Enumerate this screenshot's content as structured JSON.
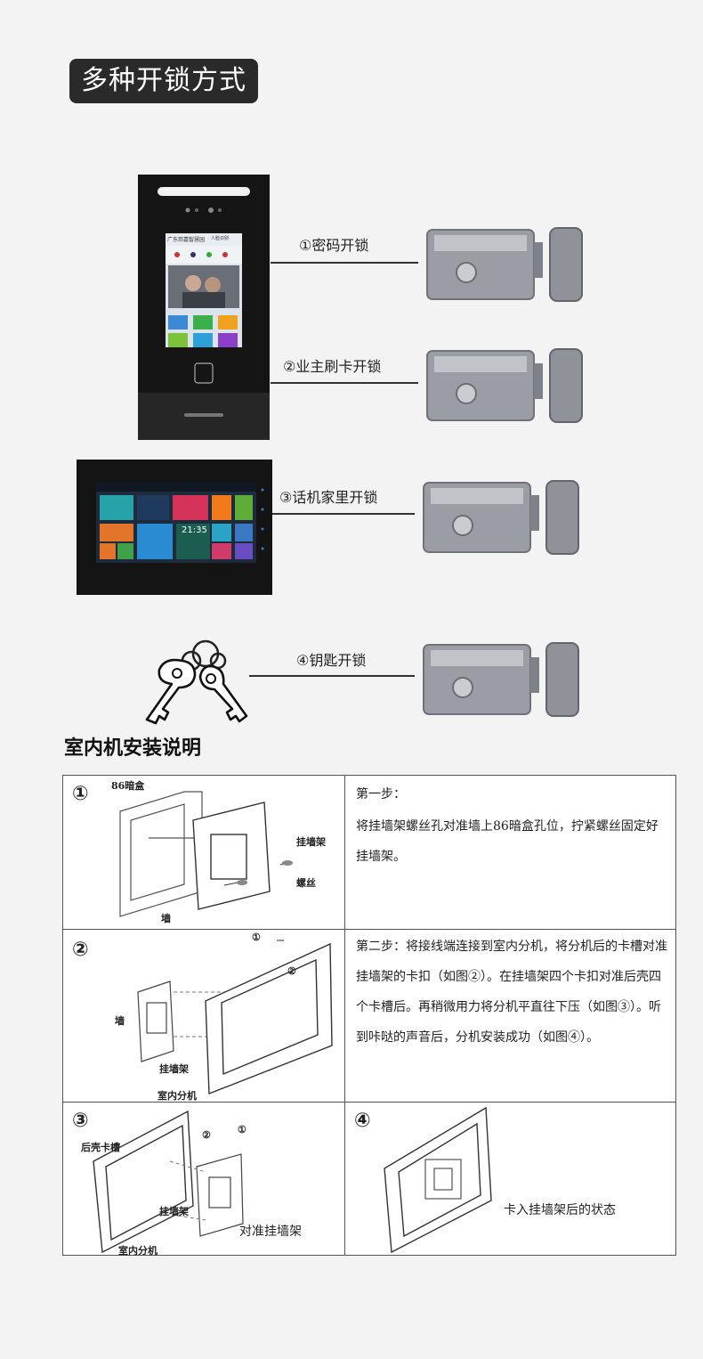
{
  "header": {
    "title": "多种开锁方式"
  },
  "methods": [
    {
      "label": "①密码开锁"
    },
    {
      "label": "②业主刷卡开锁"
    },
    {
      "label": "③话机家里开锁"
    },
    {
      "label": "④钥匙开锁"
    }
  ],
  "doorbell_screen": {
    "line1": "广东邦嘉智慧园",
    "badge": "人脸识别"
  },
  "monitor_screen": {
    "time": "21:35"
  },
  "install": {
    "title": "室内机安装说明",
    "steps": [
      {
        "num": "①",
        "heading": "第一步：",
        "text": "将挂墙架螺丝孔对准墙上86暗盒孔位，拧紧螺丝固定好挂墙架。",
        "labels": {
          "box": "86暗盒",
          "bracket": "挂墙架",
          "screw": "螺丝",
          "wall": "墙"
        }
      },
      {
        "num": "②",
        "text": "第二步：将接线端连接到室内分机，将分机后的卡槽对准挂墙架的卡扣（如图②）。在挂墙架四个卡扣对准后壳四个卡槽后。再稍微用力将分机平直往下压（如图③）。听到咔哒的声音后，分机安装成功（如图④）。",
        "labels": {
          "wall": "墙",
          "bracket": "挂墙架",
          "unit": "室内分机",
          "c1": "①",
          "c2": "②"
        }
      },
      {
        "num": "③",
        "labels": {
          "slot": "后壳卡槽",
          "bracket": "挂墙架",
          "unit": "室内分机",
          "caption": "对准挂墙架",
          "c1": "①",
          "c2": "②"
        }
      },
      {
        "num": "④",
        "labels": {
          "caption": "卡入挂墙架后的状态"
        }
      }
    ]
  },
  "colors": {
    "badge_bg": "#2a2a2a",
    "panel_dark": "#141414",
    "lock_metal": "#9a9ea4"
  }
}
